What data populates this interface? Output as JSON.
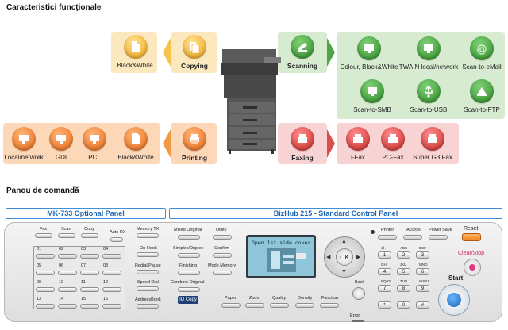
{
  "headings": {
    "functional": "Caracteristici funcţionale",
    "panel": "Panou de comandă"
  },
  "functions": {
    "copying_source": "Black&White",
    "copying": "Copying",
    "scanning": "Scanning",
    "scan_targets": [
      "Colour, Black&White",
      "TWAIN local/network",
      "Scan-to-eMail",
      "Scan-to-SMB",
      "Scan-to-USB",
      "Scan-to-FTP"
    ],
    "printing_sources": [
      "Local/network",
      "GDI",
      "PCL",
      "Black&White"
    ],
    "printing": "Printing",
    "faxing": "Faxing",
    "fax_targets": [
      "i-Fax",
      "PC-Fax",
      "Super G3 Fax"
    ]
  },
  "panel": {
    "optional_title": "MK-733 Optional Panel",
    "standard_title": "BizHub 215 - Standard Control Panel",
    "top_keys": [
      "Fax",
      "Scan",
      "Copy"
    ],
    "auto_rx": "Auto RX",
    "memory_tx": "Memory TX",
    "on_hook": "On Hook",
    "redial_pause": "Redial/Pause",
    "speed_dial": "Speed Dial",
    "address_book": "AddressBook",
    "onetouch_rows": [
      [
        "01",
        "02",
        "03",
        "04"
      ],
      [
        "05",
        "06",
        "07",
        "08"
      ],
      [
        "09",
        "10",
        "11",
        "12"
      ],
      [
        "13",
        "14",
        "15",
        "16"
      ]
    ],
    "left_keys": [
      "Mixed Original",
      "Simplex/Duplex",
      "Finishing",
      "Combine Original",
      "ID Copy"
    ],
    "mid_keys": [
      "Utility",
      "Confirm",
      "Mode Memory"
    ],
    "lcd_text": "Open 1st side cover",
    "bottom_keys": [
      "Paper",
      "Zoom",
      "Quality",
      "Density",
      "Function"
    ],
    "ok": "OK",
    "back": "Back",
    "error": "Error",
    "top_right_keys": [
      "Printer",
      "Access",
      "Power Save"
    ],
    "reset": "Reset",
    "clear_stop": "Clear/Stop",
    "start": "Start",
    "keypad": [
      [
        "1",
        "2",
        "3"
      ],
      [
        "4",
        "5",
        "6"
      ],
      [
        "7",
        "8",
        "9"
      ],
      [
        "*",
        "0",
        "#"
      ]
    ],
    "keypad_letters": [
      "@.",
      "ABC",
      "DEF",
      "GHI",
      "JKL",
      "MNO",
      "PQRS",
      "TUV",
      "WXYZ",
      "",
      "",
      ""
    ]
  },
  "colors": {
    "accent_blue": "#1b63b6",
    "green": "#2f8d2a",
    "orange": "#ea6c1a",
    "yellow": "#f2a51d",
    "red": "#cc2727"
  }
}
